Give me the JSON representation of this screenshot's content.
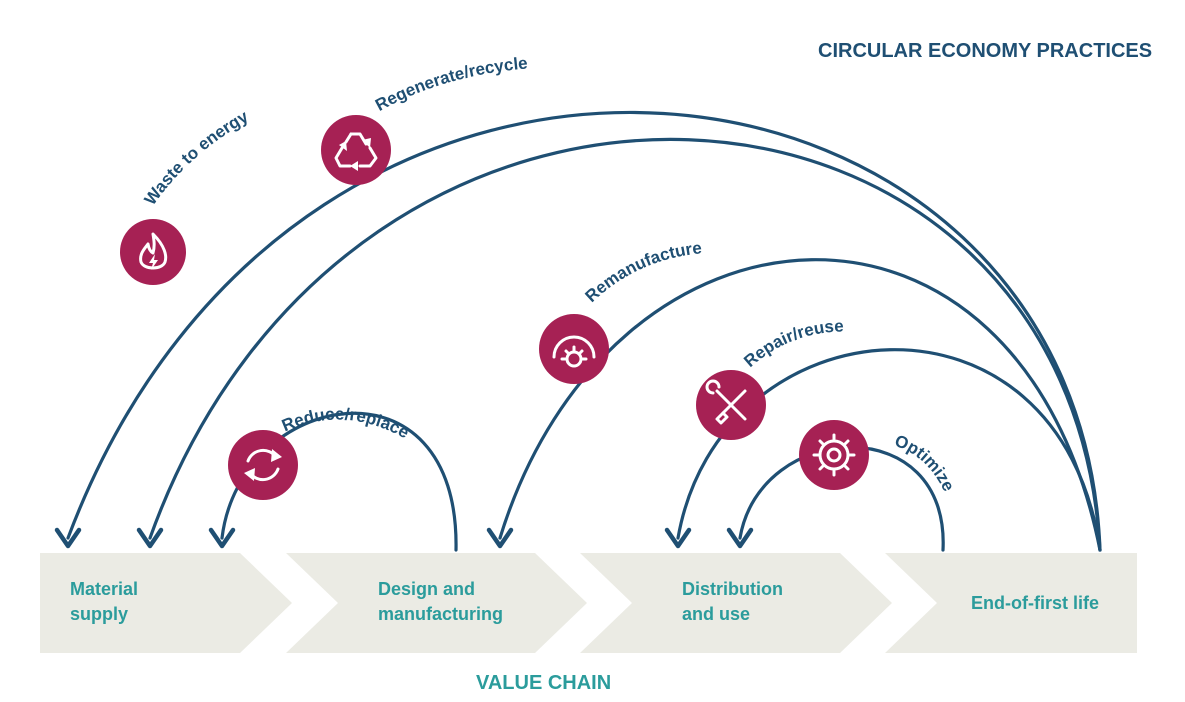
{
  "title": "CIRCULAR ECONOMY PRACTICES",
  "footer": "VALUE CHAIN",
  "colors": {
    "arc": "#1f4f73",
    "badge": "#a62154",
    "chevron": "#ebebe4",
    "stage_text": "#2b9c9c",
    "title_text": "#1f4f73"
  },
  "value_chain": [
    {
      "line1": "Material",
      "line2": "supply"
    },
    {
      "line1": "Design and",
      "line2": "manufacturing"
    },
    {
      "line1": "Distribution",
      "line2": "and use"
    },
    {
      "line1": "End-of-first life",
      "line2": ""
    }
  ],
  "practices": [
    {
      "label": "Waste to energy",
      "icon": "flame-icon"
    },
    {
      "label": "Regenerate/recycle",
      "icon": "recycle-icon"
    },
    {
      "label": "Remanufacture",
      "icon": "gear-gauge-icon"
    },
    {
      "label": "Repair/reuse",
      "icon": "wrench-screwdriver-icon"
    },
    {
      "label": "Reduce/replace",
      "icon": "refresh-icon"
    },
    {
      "label": "Optimize",
      "icon": "gear-target-icon"
    }
  ]
}
